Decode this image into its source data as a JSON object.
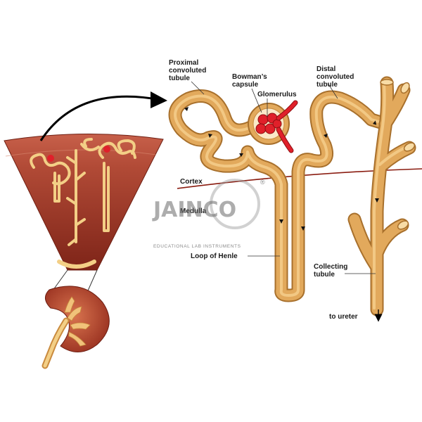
{
  "labels": {
    "proximal": [
      "Proximal",
      "convoluted",
      "tubule"
    ],
    "bowmans": [
      "Bowman’s",
      "capsule"
    ],
    "glomerulus": "Glomerulus",
    "distal": [
      "Distal",
      "convoluted",
      "tubule"
    ],
    "cortex": "Cortex",
    "medulla": "Medulla",
    "loop": "Loop of Henle",
    "collecting": [
      "Collecting",
      "tubule"
    ],
    "ureter": "to ureter"
  },
  "watermark": {
    "brand": "JAINCO",
    "tagline": "EDUCATIONAL LAB INSTRUMENTS",
    "registered": "®"
  },
  "colors": {
    "tubule": "#e2a95c",
    "tubule_dark": "#b47a33",
    "tubule_light": "#f6d08e",
    "cortex_tissue": "#b8503c",
    "medulla_tissue": "#8e2e20",
    "glomerulus": "#e0202a",
    "boundary_line": "#8a1c10"
  }
}
